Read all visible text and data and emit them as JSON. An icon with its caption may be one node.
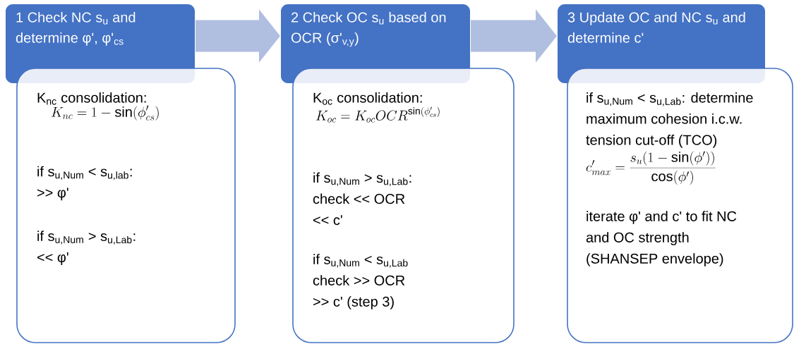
{
  "diagram": {
    "nodes": [
      {
        "text": [
          "1 Check NC s$_{u}$ and determine φ', φ'$_{cs}$"
        ]
      },
      {
        "text": [
          "K$_{nc}$ consolidation:",
          "K_{nc} = 1 - \\sin(\\phi_{cs}')",
          "if s$_{u,Num}$ < s$_{u,lab}$: >> φ'",
          "if s$_{u,Num}$ > s$_{u,Lab}$: << φ'"
        ]
      },
      {
        "text": [
          "2 Check OC s$_{u}$ based on OCR (σ'$_{v,y}$)"
        ]
      },
      {
        "text": [
          "K$_{oc}$ consolidation:",
          "K_{oc} = K_{oc}OCR^{\\sin(\\phi_{cs}')}",
          "if s$_{u,Num}$ > s$_{u,Lab}$: check << OCR << c'",
          "if s$_{u,Num}$ < s$_{u,Lab}$ check >> OCR >> c' (step 3)"
        ]
      },
      {
        "text": [
          "3 Update OC and NC s$_{u}$ and determine c'"
        ]
      },
      {
        "text": [
          "if s$_{u,Num}$ < s$_{u,Lab}$: determine maximum cohesion i.c.w. tension cut-off (TCO)",
          "c'_{max} = \\frac{s_u(1-\\sin(\\phi'))}{\\cos(\\phi')}",
          "iterate φ' and c' to fit NC and OC strength (SHANSEP envelope)"
        ]
      }
    ],
    "edges": [
      {
        "from": 0,
        "to": 2,
        "arrow": "to"
      },
      {
        "from": 2,
        "to": 4,
        "arrow": "to"
      }
    ]
  }
}
